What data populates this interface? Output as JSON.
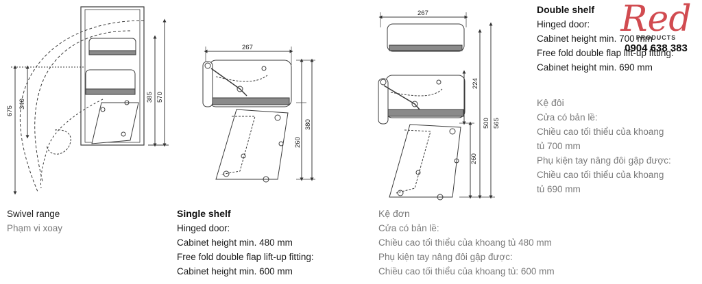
{
  "colors": {
    "line": "#3a3a3a",
    "shelf_fill": "#8a8a8a",
    "logo_red": "#c8242a",
    "text_gray": "#7a7a7a"
  },
  "diagram_1": {
    "dims": {
      "h675": "675",
      "h340": "340",
      "h385": "385",
      "h570": "570"
    },
    "caption_en": "Swivel range",
    "caption_vi": "Phạm vi xoay"
  },
  "diagram_2": {
    "dims": {
      "w267": "267",
      "h380": "380",
      "h260": "260"
    }
  },
  "diagram_3": {
    "dims": {
      "w267": "267",
      "h224": "224",
      "h500": "500",
      "h565": "565",
      "h260": "260"
    }
  },
  "single_shelf": {
    "title": "Single shelf",
    "lines": [
      "Hinged door:",
      "Cabinet height min. 480 mm",
      "Free fold double flap lift-up fitting:",
      "Cabinet height min. 600 mm"
    ]
  },
  "ke_don": {
    "title": "Kệ đơn",
    "lines": [
      "Cửa có bản lề:",
      "Chiều cao tối thiểu của khoang tủ 480 mm",
      "Phụ kiện tay nâng đôi gập được:",
      "Chiều cao tối thiểu của khoang tủ: 600 mm"
    ]
  },
  "double_shelf": {
    "title": "Double shelf",
    "lines": [
      "Hinged door:",
      "Cabinet height min. 700 mm",
      "Free fold double flap lift-up fitting:",
      "Cabinet height min. 690 mm"
    ]
  },
  "ke_doi": {
    "title": "Kệ đôi",
    "lines": [
      "Cửa có bản lề:",
      "Chiều cao tối thiểu của khoang",
      "tủ 700 mm",
      "Phụ kiện tay nâng đôi gập được:",
      "Chiều cao tối thiểu của khoang",
      "tủ 690 mm"
    ]
  },
  "logo": {
    "brand": "Red",
    "sub": "PRODUCTS",
    "phone": "0904 638 383"
  }
}
